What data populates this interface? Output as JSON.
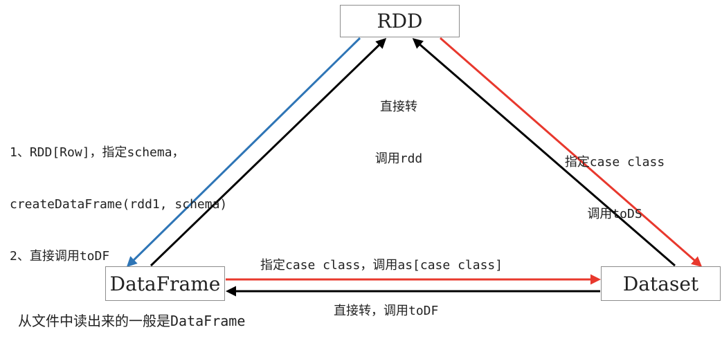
{
  "nodes": {
    "rdd": "RDD",
    "dataframe": "DataFrame",
    "dataset": "Dataset"
  },
  "edges": {
    "rdd_to_dataframe": {
      "line1": "1、RDD[Row]，指定schema，",
      "line2": "createDataFrame(rdd1, schema)",
      "line3": "2、直接调用toDF",
      "color": "#2e75b6"
    },
    "dataframe_to_rdd": {
      "line1": "直接转",
      "line2": "调用rdd",
      "color": "#000000"
    },
    "rdd_to_dataset": {
      "line1": "指定case class",
      "line2": "调用toDS",
      "color": "#e8382d"
    },
    "dataset_to_rdd": {
      "color": "#000000"
    },
    "dataframe_to_dataset": {
      "label": "指定case class，调用as[case class]",
      "color": "#e8382d"
    },
    "dataset_to_dataframe": {
      "label": "直接转，调用toDF",
      "color": "#000000"
    }
  },
  "note": "从文件中读出来的一般是DataFrame"
}
